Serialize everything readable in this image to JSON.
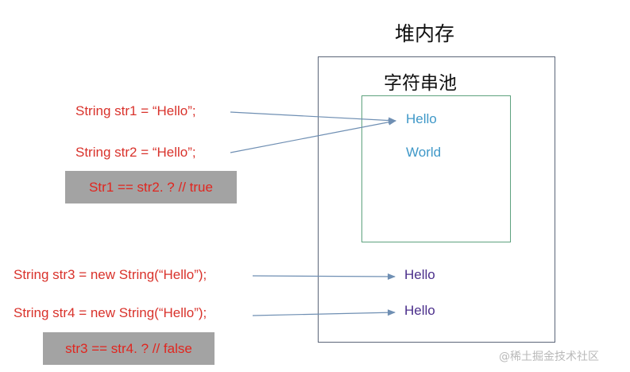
{
  "heap": {
    "title": "堆内存"
  },
  "pool": {
    "title": "字符串池",
    "words": [
      "Hello",
      "World"
    ]
  },
  "code": {
    "str1": "String str1 = “Hello”;",
    "str2": "String str2 = “Hello”;",
    "cmp1": "Str1 == str2. ?  // true",
    "str3": "String str3 = new String(“Hello”);",
    "str4": "String str4 = new String(“Hello”);",
    "cmp2": "str3 == str4. ?  // false"
  },
  "heap_objects": [
    "Hello",
    "Hello"
  ],
  "watermark": "@稀土掘金技术社区",
  "colors": {
    "code_text": "#d9322b",
    "comparison_box": "#a3a3a3",
    "pool_border": "#5ea27e",
    "heap_border": "#5b6578",
    "pool_text": "#3f98c8",
    "heap_text": "#4b2f8b",
    "arrow": "#6f8fb3"
  }
}
